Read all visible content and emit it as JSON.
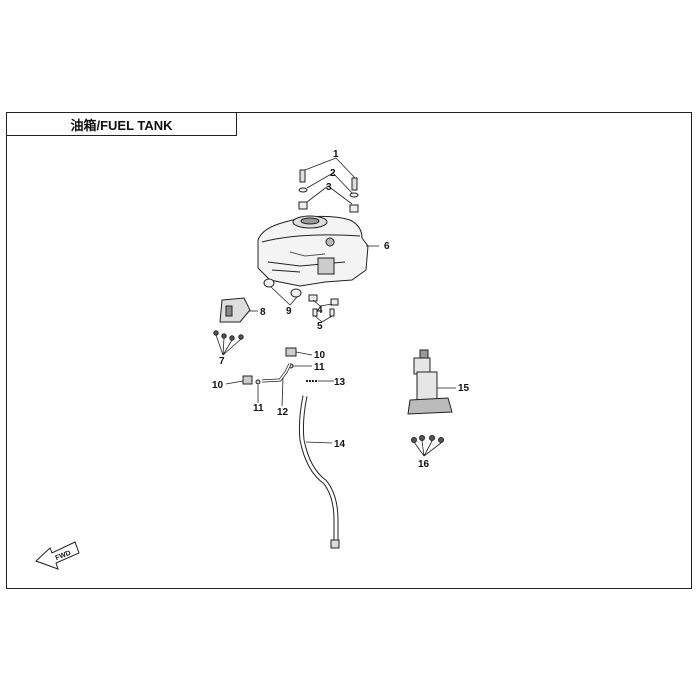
{
  "title": "油箱/FUEL TANK",
  "callouts": [
    "1",
    "2",
    "3",
    "4",
    "5",
    "6",
    "7",
    "8",
    "9",
    "10",
    "10",
    "11",
    "11",
    "12",
    "13",
    "14",
    "15",
    "16"
  ],
  "fwd_label": "FWD"
}
